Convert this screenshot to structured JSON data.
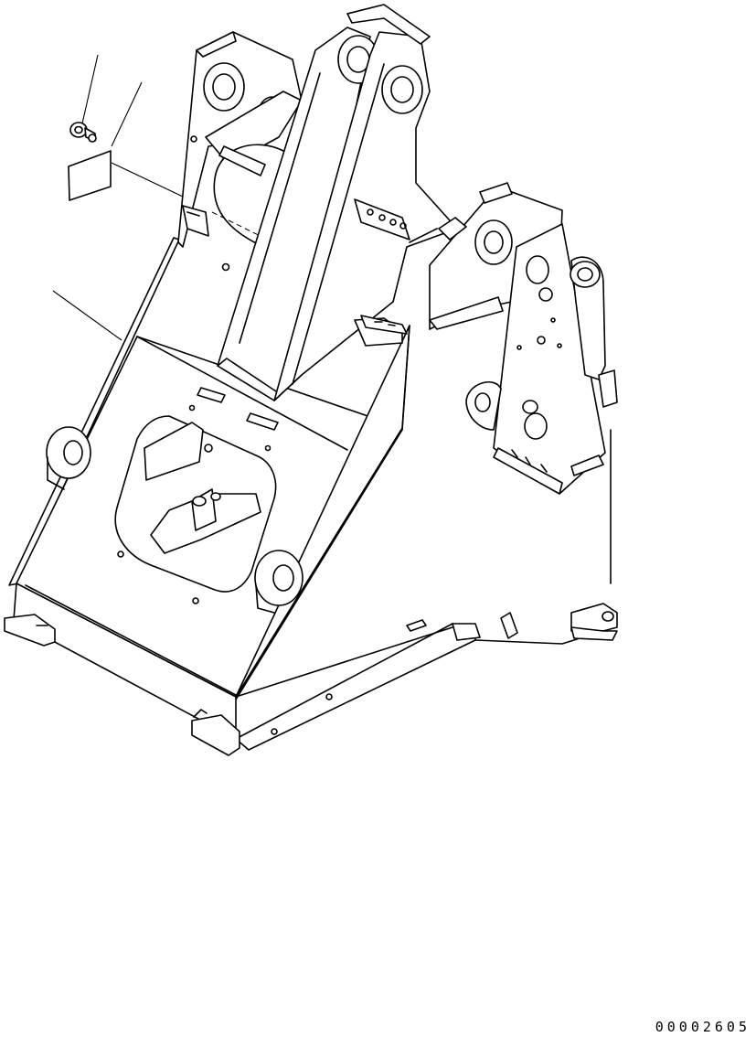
{
  "drawing": {
    "subject": "loader-front-frame-isometric",
    "callouts": [
      {
        "name": "bolt-callout",
        "label": ""
      },
      {
        "name": "plate-callout",
        "label": ""
      },
      {
        "name": "frame-callout",
        "label": ""
      }
    ]
  },
  "footer": {
    "drawing_number": "00002605"
  }
}
